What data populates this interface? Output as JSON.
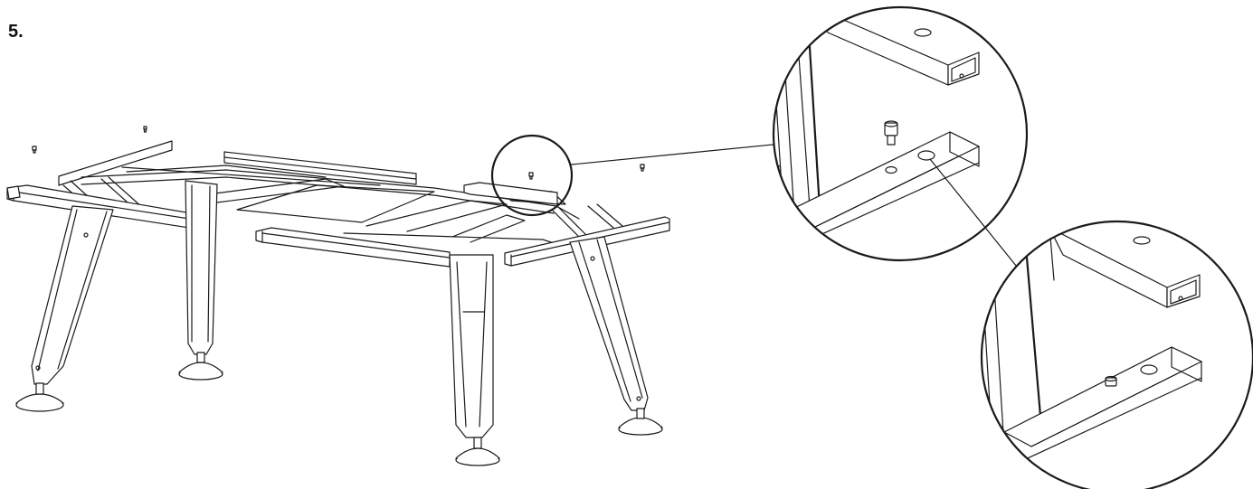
{
  "step": {
    "number": "5."
  },
  "colors": {
    "line": "#1a1a1a",
    "background": "#ffffff"
  },
  "icons": [
    "bolt-icon",
    "arrow-icon"
  ],
  "views": [
    "table-frame-overview",
    "detail-circle-before",
    "detail-circle-after"
  ]
}
